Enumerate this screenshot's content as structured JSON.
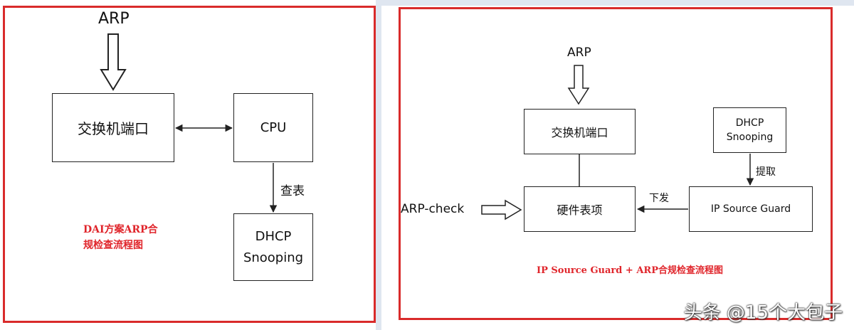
{
  "left_diagram": {
    "arp_label": "ARP",
    "switch_port": "交换机端口",
    "cpu": "CPU",
    "lookup_label": "查表",
    "dhcp_line1": "DHCP",
    "dhcp_line2": "Snooping",
    "caption_line1": "DAI方案ARP合",
    "caption_line2": "规检查流程图"
  },
  "right_diagram": {
    "arp_label": "ARP",
    "switch_port": "交换机端口",
    "dhcp_line1": "DHCP",
    "dhcp_line2": "Snooping",
    "extract_label": "提取",
    "hardware_entry": "硬件表项",
    "issue_label": "下发",
    "ip_source_guard": "IP Source Guard",
    "arp_check": "ARP-check",
    "caption": "IP Source Guard + ARP合规检查流程图"
  },
  "watermark": "头条 @15个大包子",
  "colors": {
    "frame_red": "#d92b2b",
    "caption_red": "#e0252b",
    "line": "#222222"
  }
}
